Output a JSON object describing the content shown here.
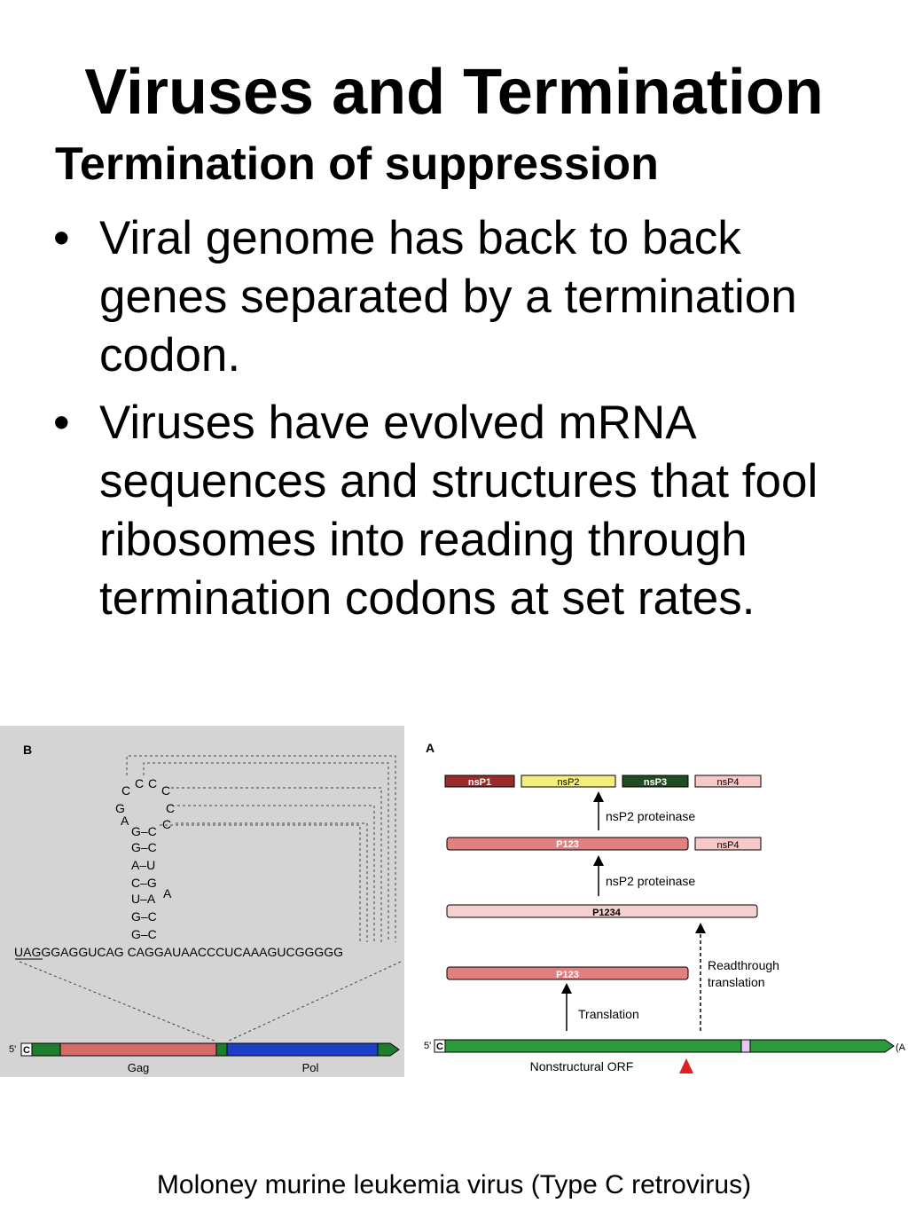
{
  "slide": {
    "title": "Viruses and Termination",
    "subtitle": "Termination of suppression",
    "bullets": [
      "Viral genome has back to back genes separated by a termination codon.",
      "Viruses have evolved mRNA sequences and structures that fool ribosomes into reading through termination codons at set rates."
    ],
    "bullet_glyph": "•",
    "caption": "Moloney murine leukemia virus (Type C retrovirus)"
  },
  "figure_b": {
    "panel_label": "B",
    "loop": [
      "C",
      "C",
      "C",
      "C",
      "C",
      "C",
      "G",
      "A"
    ],
    "stem_pairs": [
      "G–C",
      "G–C",
      "A–U",
      "C–G",
      "U–A",
      "G–C",
      "G–C"
    ],
    "bulge": "A",
    "sequence": "UAGGGAGGUCAG CAGGAUAACCCUCAAAGUCGGGGG",
    "five_prime": "5'",
    "cap": "C",
    "gene_left": "Gag",
    "gene_right": "Pol",
    "colors": {
      "background": "#d4d4d4",
      "gag": "#d56a6a",
      "pol": "#1c3ec8",
      "green": "#1e7e2e"
    }
  },
  "figure_a": {
    "panel_label": "A",
    "top_row": [
      "nsP1",
      "nsP2",
      "nsP3",
      "nsP4"
    ],
    "arrow_label_1": "nsP2 proteinase",
    "row2_left": "P123",
    "row2_right": "nsP4",
    "arrow_label_2": "nsP2 proteinase",
    "row3": "P1234",
    "row4": "P123",
    "readthrough_line1": "Readthrough",
    "readthrough_line2": "translation",
    "translation_label": "Translation",
    "five_prime": "5'",
    "cap": "C",
    "orf_label": "Nonstructural ORF",
    "tail": "(A",
    "colors": {
      "nsp1": "#9a2b2b",
      "nsp2": "#f4ee7a",
      "nsp3": "#1f4d22",
      "nsp4": "#f6c8c8",
      "p123": "#e08080",
      "p1234": "#f6cfcf",
      "orf": "#2e9b3a",
      "marker": "#e02020"
    }
  }
}
